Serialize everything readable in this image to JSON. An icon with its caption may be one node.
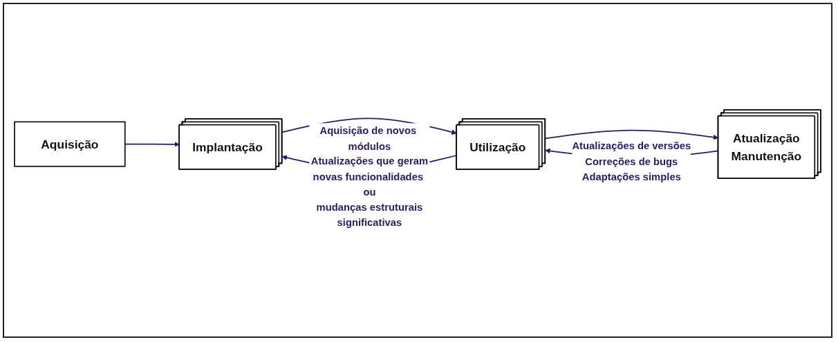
{
  "diagram": {
    "nodes": [
      {
        "text": [
          "Aquisição"
        ]
      },
      {
        "text": [
          "Implantação"
        ]
      },
      {
        "text": [
          "Utilização"
        ]
      },
      {
        "text": [
          "Atualização Manutenção"
        ]
      }
    ],
    "edges": [
      {
        "from": 0,
        "to": 1,
        "arrow": "to"
      },
      {
        "from": 1,
        "to": 2,
        "arrow": "to"
      },
      {
        "from": 2,
        "to": 3,
        "arrow": "to"
      },
      {
        "from": 3,
        "to": 2,
        "arrow": "to",
        "label": "Atualizações de versões Correções de bugs Adaptações simples"
      },
      {
        "from": 2,
        "to": 1,
        "arrow": "to",
        "label": "Aquisição de novos módulos Atualizações que geram novas funcionalidades ou mudanças estruturais significativas"
      }
    ]
  }
}
